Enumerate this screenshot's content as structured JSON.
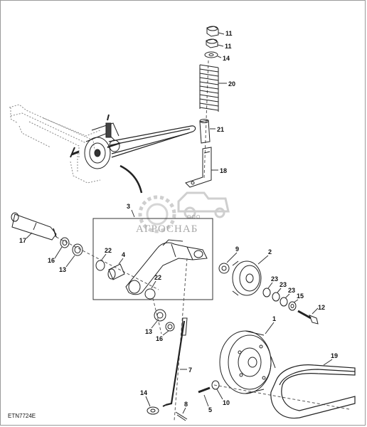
{
  "reference_code": "ETN7724E",
  "watermark": {
    "top_text": "ООО",
    "brand_text": "АГРОСНАБ"
  },
  "callouts": [
    "11",
    "11",
    "14",
    "20",
    "21",
    "18",
    "3",
    "17",
    "16",
    "13",
    "22",
    "4",
    "22",
    "9",
    "2",
    "23",
    "23",
    "23",
    "15",
    "12",
    "13",
    "16",
    "1",
    "19",
    "7",
    "14",
    "8",
    "5",
    "10"
  ]
}
